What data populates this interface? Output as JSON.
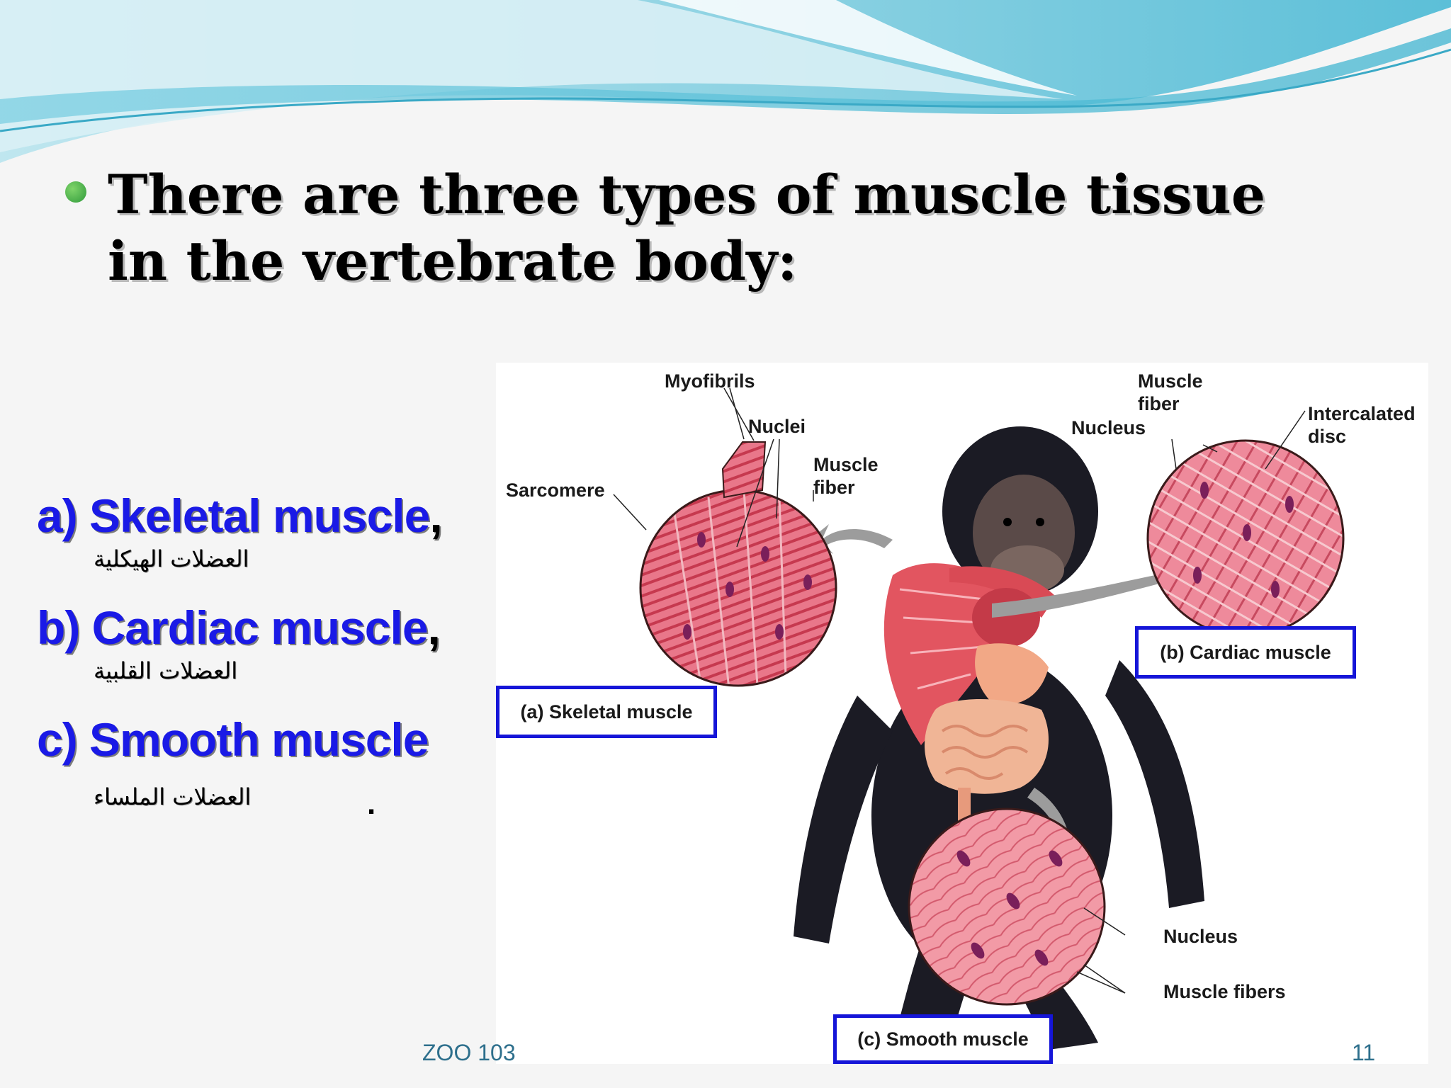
{
  "slide": {
    "title": "There are three types of muscle tissue in the vertebrate body:",
    "types": [
      {
        "label": "a) Skeletal muscle",
        "suffix": ",",
        "arabic": "العضلات الهيكلية"
      },
      {
        "label": "b) Cardiac muscle",
        "suffix": ",",
        "arabic": "العضلات القلبية"
      },
      {
        "label": "c) Smooth muscle",
        "suffix": "",
        "arabic": "العضلات الملساء"
      }
    ],
    "trailing_mark": "."
  },
  "figure": {
    "labels": {
      "myofibrils": "Myofibrils",
      "nuclei": "Nuclei",
      "muscle_fiber_skeletal": "Muscle fiber",
      "sarcomere": "Sarcomere",
      "muscle_fiber_cardiac": "Muscle fiber",
      "nucleus_cardiac": "Nucleus",
      "intercalated_disc": "Intercalated disc",
      "nucleus_smooth": "Nucleus",
      "muscle_fibers": "Muscle fibers"
    },
    "captions": {
      "skeletal": "(a) Skeletal muscle",
      "cardiac": "(b) Cardiac muscle",
      "smooth": "(c) Smooth muscle"
    }
  },
  "footer": {
    "course": "ZOO 103",
    "page_number": "11"
  },
  "colors": {
    "accent_blue": "#1a1ae6",
    "caption_border": "#1515d8",
    "bullet_green": "#2f9a3b",
    "footer_text": "#2d6f8c"
  }
}
